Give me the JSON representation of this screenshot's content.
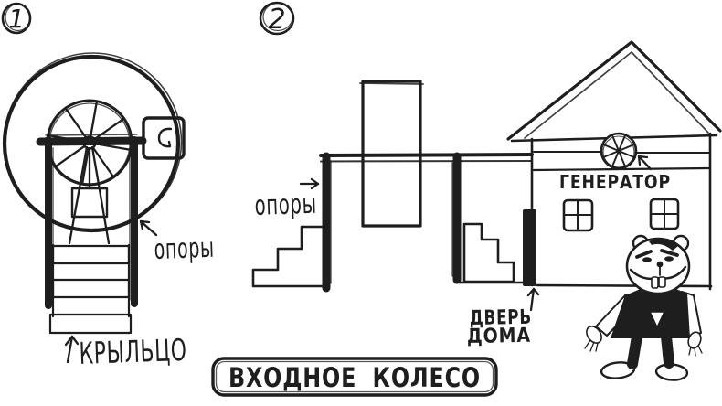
{
  "palette": {
    "ink": "#1e1e1e",
    "paper": "#ffffff"
  },
  "figure1": {
    "number": "1",
    "labels": {
      "supports": "опоры",
      "porch": "КРЫЛЬЦО"
    }
  },
  "figure2": {
    "number": "2",
    "labels": {
      "supports": "опоры",
      "generator": "ГЕНЕРАТОР",
      "door_line1": "ДВЕРЬ",
      "door_line2": "ДОМА"
    }
  },
  "caption": {
    "text": "ВХОДНОЕ КОЛЕСО"
  }
}
